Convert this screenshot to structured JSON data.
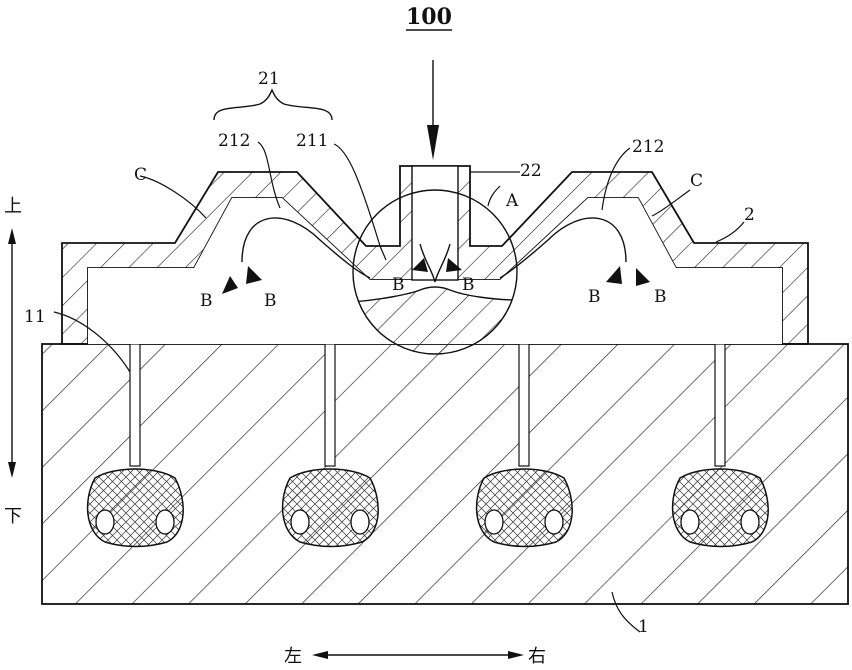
{
  "figure": {
    "assembly_label": "100",
    "labels": {
      "group_21": "21",
      "part_212_left": "212",
      "part_211": "211",
      "part_22": "22",
      "part_212_right": "212",
      "part_2": "2",
      "part_1": "1",
      "part_11": "11",
      "detail_A": "A",
      "c_left": "C",
      "c_right": "C",
      "b_labels": [
        "B",
        "B",
        "B",
        "B",
        "B",
        "B"
      ]
    },
    "directions": {
      "up": "上",
      "down": "下",
      "left": "左",
      "right": "右"
    }
  }
}
